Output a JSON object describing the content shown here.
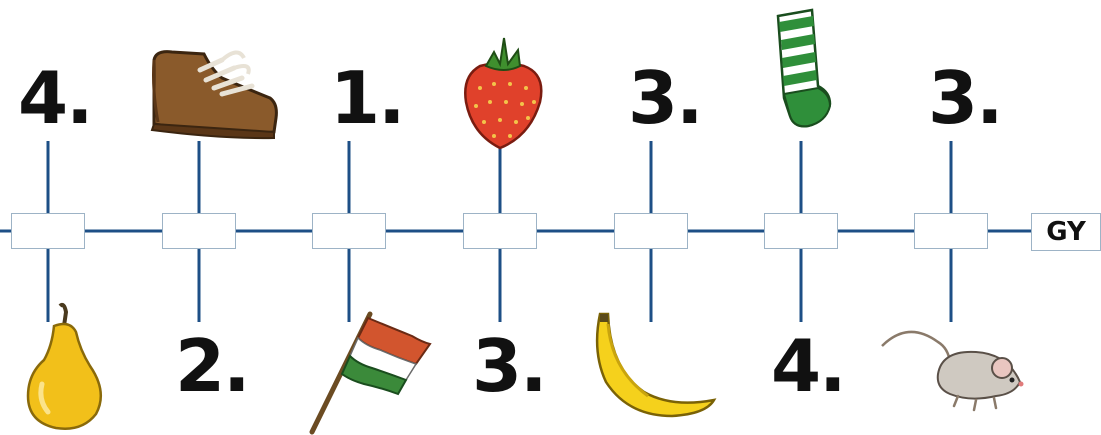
{
  "numbers": {
    "n1": "4.",
    "n2": "1.",
    "n3": "3.",
    "n4": "3.",
    "n5": "2.",
    "n6": "3.",
    "n7": "4."
  },
  "end_label": "GY",
  "pictures": {
    "top": [
      "shoe",
      "strawberry",
      "sock"
    ],
    "bottom": [
      "pear",
      "hungarian-flag",
      "banana",
      "mouse"
    ]
  },
  "colors": {
    "line": "#1d4f86",
    "box_border": "#9db3c6"
  }
}
